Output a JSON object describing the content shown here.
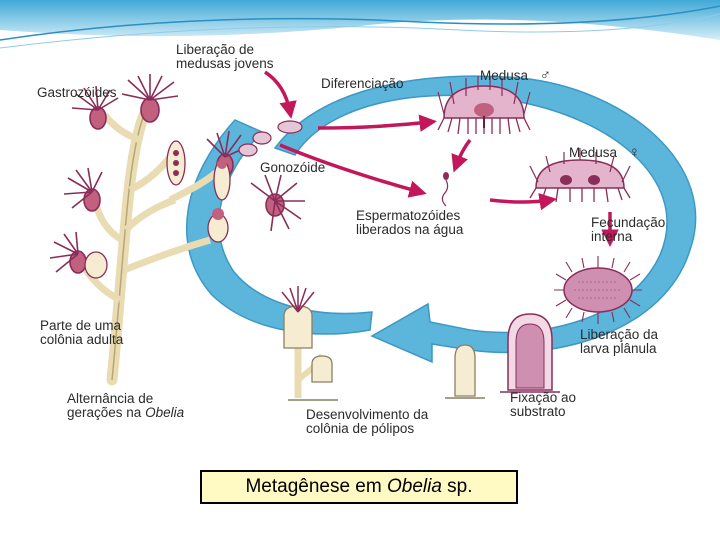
{
  "caption": {
    "prefix": "Metagênese em ",
    "genus": "Obelia",
    "suffix": " sp."
  },
  "labels": {
    "liberacao_medusas": [
      "Liberação de",
      "medusas jovens"
    ],
    "gastrozoides": "Gastrozóides",
    "diferenciacao": "Diferenciação",
    "medusa_macho": "Medusa",
    "medusa_femea": "Medusa",
    "gonozoide": "Gonozóide",
    "espermatozoides": [
      "Espermatozóides",
      "liberados na água"
    ],
    "fecundacao": [
      "Fecundação",
      "interna"
    ],
    "parte_colonia": [
      "Parte de uma",
      "colônia adulta"
    ],
    "liberacao_larva": [
      "Liberação da",
      "larva plânula"
    ],
    "alternancia": {
      "line1": "Alternância de",
      "line2_prefix": "gerações na ",
      "line2_genus": "Obelia"
    },
    "desenvolvimento": [
      "Desenvolvimento da",
      "colônia de pólipos"
    ],
    "fixacao": [
      "Fixação ao",
      "substrato"
    ]
  },
  "symbols": {
    "male": "♂",
    "female": "♀"
  },
  "colors": {
    "cycle_arrow": "#5cb6dc",
    "tissue": "#b24a7a",
    "stem": "#efe2b8",
    "label_arrow": "#c2185b",
    "caption_bg": "#fff9c4"
  }
}
